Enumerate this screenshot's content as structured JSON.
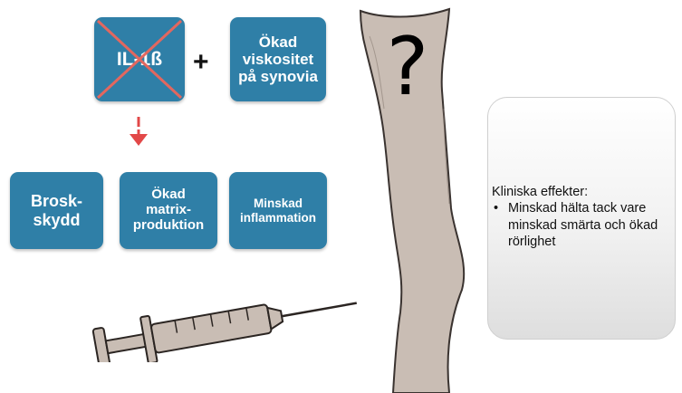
{
  "boxes": {
    "il1b": "IL-1ß",
    "viscosity": [
      "Ökad",
      "viskositet",
      "på synovia"
    ],
    "cartilage": [
      "Brosk-",
      "skydd"
    ],
    "matrix": [
      "Ökad",
      "matrix-",
      "produktion"
    ],
    "inflammation": [
      "Minskad",
      "inflammation"
    ]
  },
  "plus_sign": "+",
  "question_mark": "?",
  "clinical": {
    "heading": "Kliniska effekter:",
    "bullets": [
      "Minskad hälta tack vare minskad smärta och ökad rörlighet"
    ]
  },
  "colors": {
    "box_fill": "#2f7fa7",
    "box_text": "#ffffff",
    "cross": "#e2675f",
    "arrow": "#e24848",
    "bone_fill": "#c9bdb4"
  },
  "icons": [
    "red-x-cross-icon",
    "down-arrow-icon",
    "bone-illustration",
    "syringe-illustration"
  ]
}
